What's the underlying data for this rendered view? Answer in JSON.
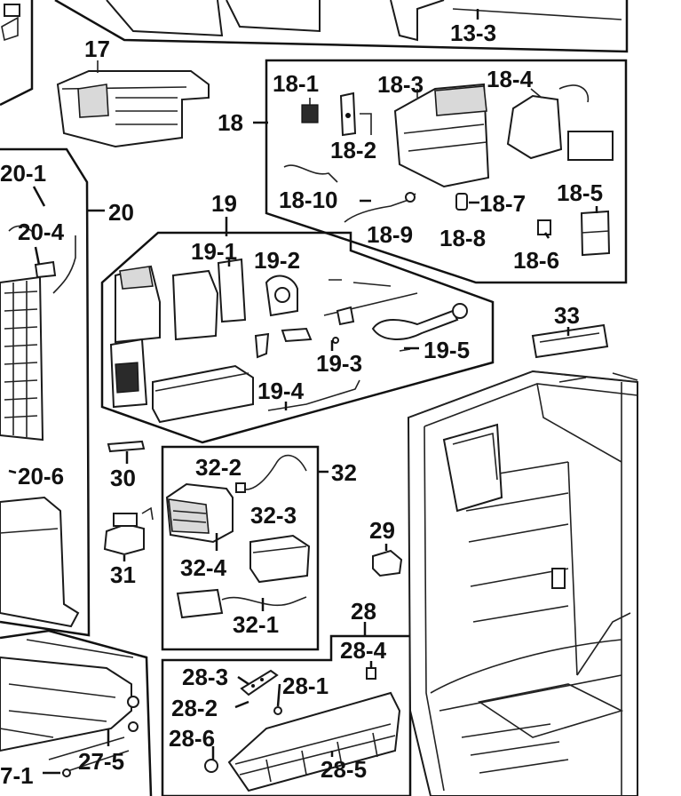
{
  "callouts": {
    "c13_3": "13-3",
    "c17": "17",
    "c18": "18",
    "c18_1": "18-1",
    "c18_2": "18-2",
    "c18_3": "18-3",
    "c18_4": "18-4",
    "c18_5": "18-5",
    "c18_6": "18-6",
    "c18_7": "18-7",
    "c18_8": "18-8",
    "c18_9": "18-9",
    "c18_10": "18-10",
    "c19": "19",
    "c19_1": "19-1",
    "c19_2": "19-2",
    "c19_3": "19-3",
    "c19_4": "19-4",
    "c19_5": "19-5",
    "c20": "20",
    "c20_1": "20-1",
    "c20_4": "20-4",
    "c20_6": "20-6",
    "c27_1": "7-1",
    "c27_5": "27-5",
    "c28": "28",
    "c28_1": "28-1",
    "c28_2": "28-2",
    "c28_3": "28-3",
    "c28_4": "28-4",
    "c28_5": "28-5",
    "c28_6": "28-6",
    "c29": "29",
    "c30": "30",
    "c31": "31",
    "c32": "32",
    "c32_1": "32-1",
    "c32_2": "32-2",
    "c32_3": "32-3",
    "c32_4": "32-4",
    "c33": "33"
  },
  "colors": {
    "ink": "#111111",
    "paper": "#ffffff",
    "shade": "#d9d9d9"
  }
}
